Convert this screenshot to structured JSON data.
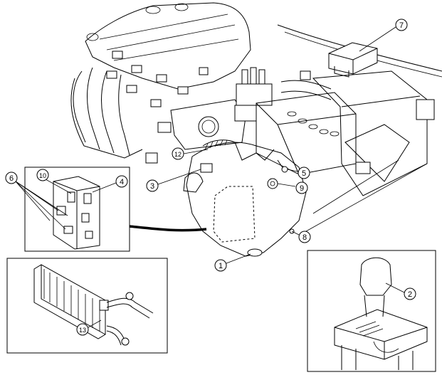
{
  "callouts": [
    {
      "id": "c1",
      "label": "1"
    },
    {
      "id": "c2",
      "label": "2"
    },
    {
      "id": "c3",
      "label": "3"
    },
    {
      "id": "c4",
      "label": "4"
    },
    {
      "id": "c5",
      "label": "5"
    },
    {
      "id": "c6",
      "label": "6"
    },
    {
      "id": "c7",
      "label": "7"
    },
    {
      "id": "c8",
      "label": "8"
    },
    {
      "id": "c9",
      "label": "9"
    },
    {
      "id": "c10",
      "label": "10"
    },
    {
      "id": "c12",
      "label": "12"
    },
    {
      "id": "c13",
      "label": "13"
    }
  ]
}
